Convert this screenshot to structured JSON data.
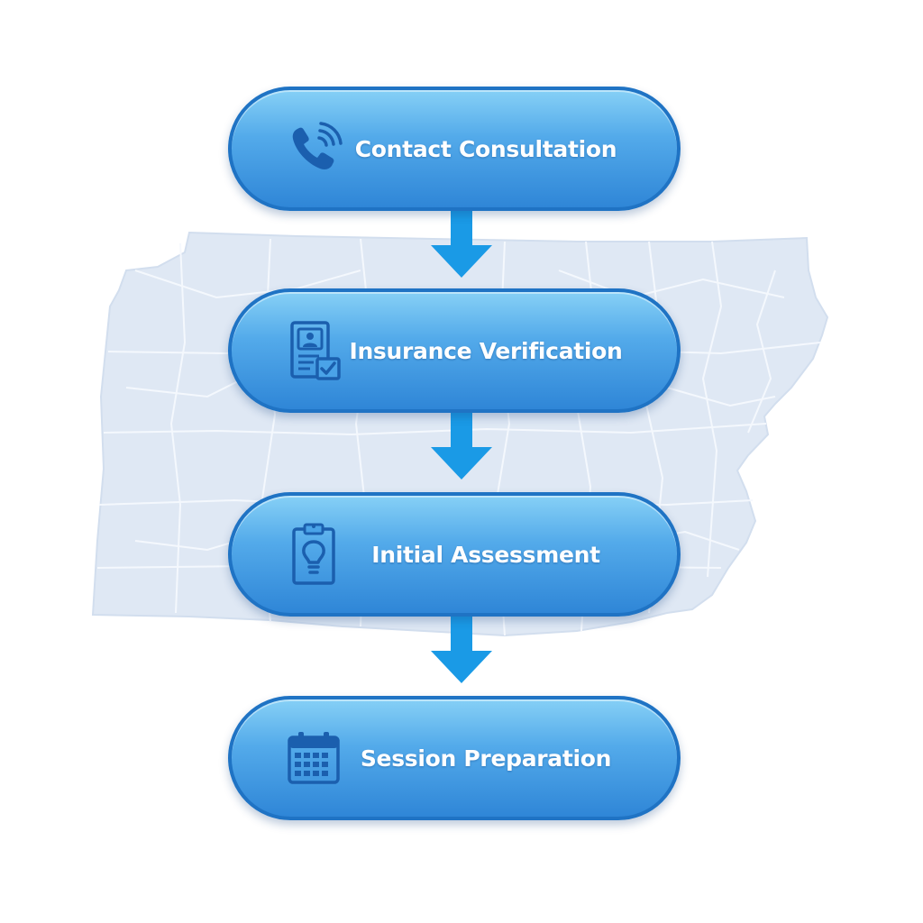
{
  "diagram": {
    "steps": [
      {
        "label": "Contact Consultation",
        "icon": "phone-icon"
      },
      {
        "label": "Insurance Verification",
        "icon": "id-card-check-icon"
      },
      {
        "label": "Initial Assessment",
        "icon": "clipboard-lightbulb-icon"
      },
      {
        "label": "Session Preparation",
        "icon": "calendar-icon"
      }
    ],
    "colors": {
      "step_fill_top": "#86d0f6",
      "step_fill_bottom": "#2f86d7",
      "step_border": "#1f73c4",
      "icon": "#1b5fae",
      "arrow": "#1a9ae6",
      "map_fill": "#dfe8f4",
      "map_lines": "#f7faff"
    }
  }
}
